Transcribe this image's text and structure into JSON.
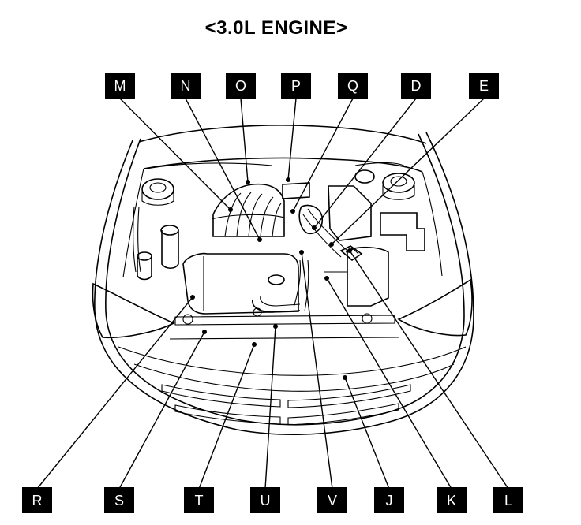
{
  "title": "<3.0L ENGINE>",
  "callouts_top": [
    {
      "id": "callout-m",
      "letter": "M"
    },
    {
      "id": "callout-n",
      "letter": "N"
    },
    {
      "id": "callout-o",
      "letter": "O"
    },
    {
      "id": "callout-p",
      "letter": "P"
    },
    {
      "id": "callout-q",
      "letter": "Q"
    },
    {
      "id": "callout-d",
      "letter": "D"
    },
    {
      "id": "callout-e",
      "letter": "E"
    }
  ],
  "callouts_bottom": [
    {
      "id": "callout-r",
      "letter": "R"
    },
    {
      "id": "callout-s",
      "letter": "S"
    },
    {
      "id": "callout-t",
      "letter": "T"
    },
    {
      "id": "callout-u",
      "letter": "U"
    },
    {
      "id": "callout-v",
      "letter": "V"
    },
    {
      "id": "callout-j",
      "letter": "J"
    },
    {
      "id": "callout-k",
      "letter": "K"
    },
    {
      "id": "callout-l",
      "letter": "L"
    }
  ]
}
